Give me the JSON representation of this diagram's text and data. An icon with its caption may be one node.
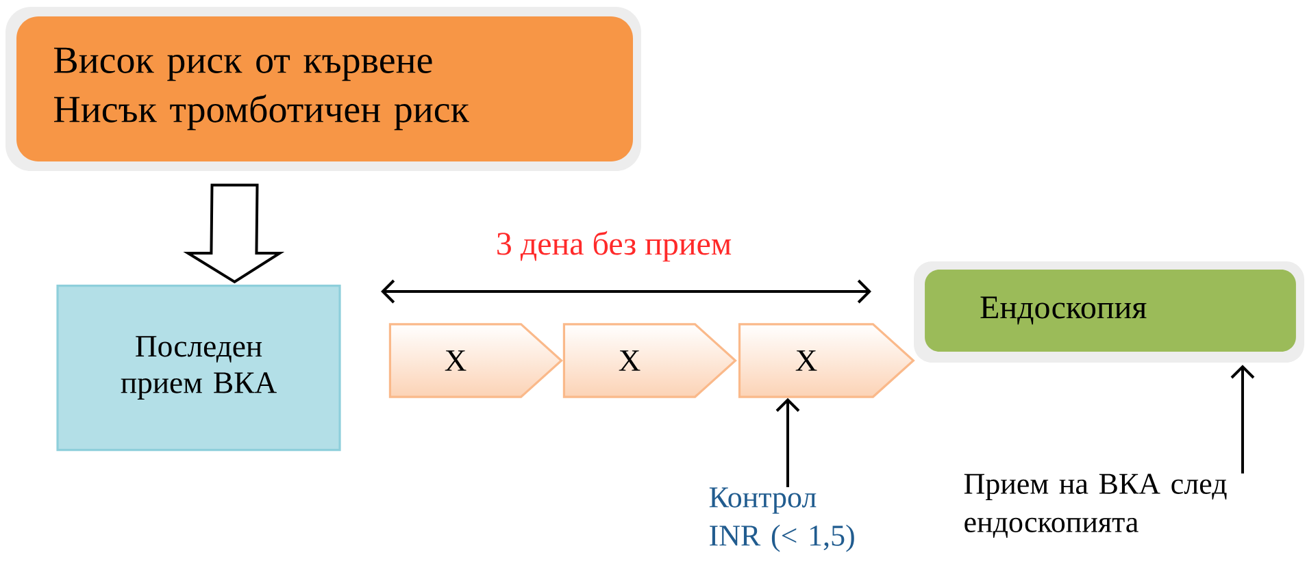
{
  "diagram": {
    "nodes": [
      {
        "text": [
          "Висок риск от кървене",
          "Нисък тромботичен риск"
        ]
      },
      {
        "text": [
          "Последен прием ВКА"
        ]
      },
      {
        "text": [
          "X"
        ]
      },
      {
        "text": [
          "X"
        ]
      },
      {
        "text": [
          "X"
        ]
      },
      {
        "text": [
          "Ендоскопия"
        ]
      },
      {
        "text": [
          "Контрол INR (< 1,5)"
        ]
      },
      {
        "text": [
          "Прием на ВКА след ендоскопията"
        ]
      }
    ],
    "edges": [
      {
        "from": 0,
        "to": 1,
        "arrow": "to"
      },
      {
        "from": 6,
        "to": 4,
        "arrow": "to"
      },
      {
        "from": 7,
        "to": 5,
        "arrow": "to"
      }
    ],
    "labels": [
      "3 дена без прием"
    ]
  }
}
